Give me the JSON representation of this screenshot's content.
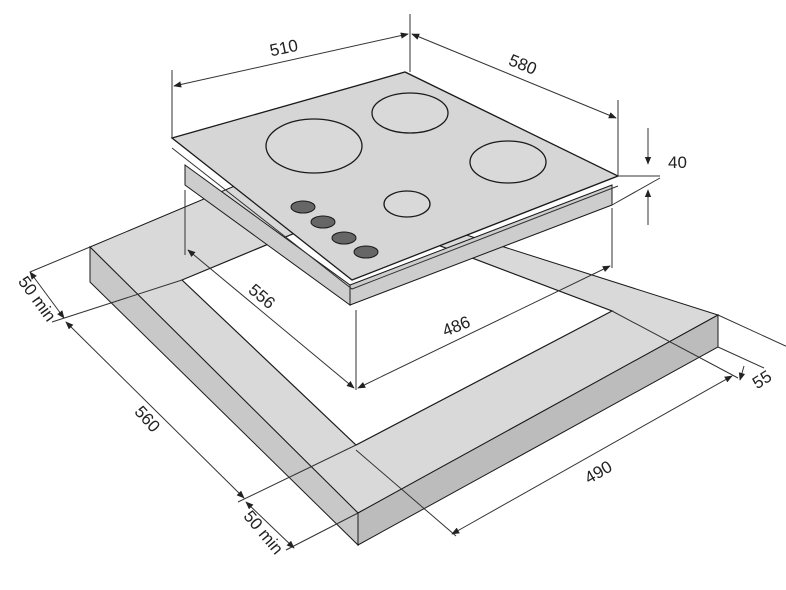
{
  "colors": {
    "counter_top": "#d9d9d9",
    "counter_front": "#c8c8c8",
    "counter_side": "#bcbcbc",
    "cutout": "#ffffff",
    "hob_surface": "#d6d6d6",
    "hob_body": "#cdcdcd",
    "burner_fill": "#d9d9d9",
    "knob": "#666666",
    "outline": "#1a1a1a"
  },
  "dimensions": {
    "hob_width": "510",
    "hob_depth": "580",
    "hob_height": "40",
    "cutout_depth": "556",
    "cutout_width": "486",
    "side_margin_left": "50 min",
    "counter_depth": "560",
    "front_margin": "50 min",
    "counter_width": "490",
    "counter_thickness": "55"
  }
}
